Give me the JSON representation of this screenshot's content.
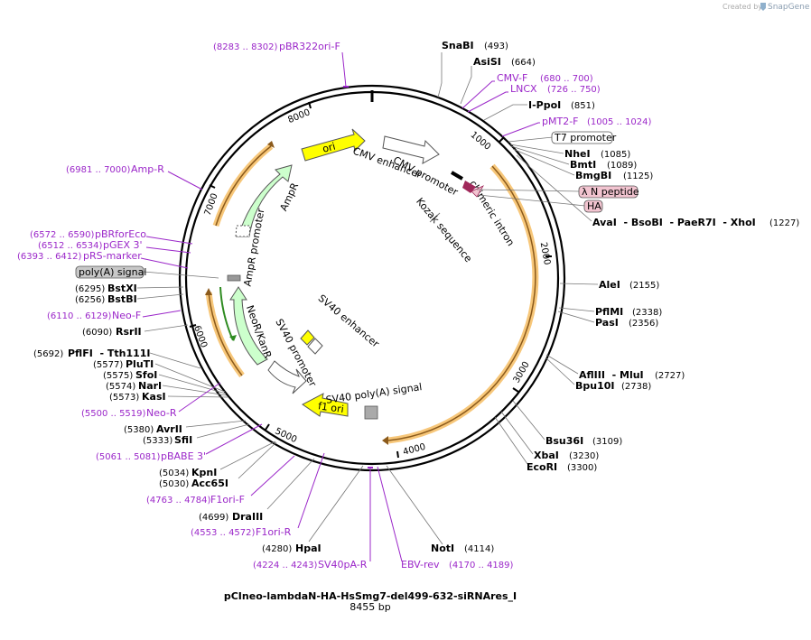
{
  "credit": {
    "text": "Created by",
    "brand": "SnapGene"
  },
  "title": "pCIneo-lambdaN-HA-HsSmg7-del499-632-siRNAres_I",
  "length": "8455 bp",
  "ticks": [
    "1000",
    "2000",
    "3000",
    "4000",
    "5000",
    "6000",
    "7000",
    "8000"
  ],
  "features": {
    "ori": "ori",
    "cmv_enhancer": "CMV enhancer",
    "cmv_promoter": "CMV promoter",
    "chimeric_intron": "chimeric intron",
    "kozak": "Kozak sequence",
    "ampr": "AmpR",
    "ampr_promoter": "AmpR promoter",
    "sv40_enhancer": "SV40 enhancer",
    "sv40_promoter": "SV40 promoter",
    "neokan": "NeoR/KanR",
    "sv40_polya": "SV40 poly(A) signal",
    "f1ori": "f1 ori"
  },
  "boxed_labels": {
    "t7": "T7 promoter",
    "lambda": "λ N peptide",
    "ha": "HA",
    "polya": "poly(A) signal"
  },
  "right_sites": [
    {
      "name": "SnaBI",
      "pos": "(493)"
    },
    {
      "name": "AsiSI",
      "pos": "(664)"
    },
    {
      "name": "I-PpoI",
      "pos": "(851)"
    },
    {
      "name": "NheI",
      "pos": "(1085)"
    },
    {
      "name": "BmtI",
      "pos": "(1089)"
    },
    {
      "name": "BmgBI",
      "pos": "(1125)"
    },
    {
      "name": "AvaI  - BsoBI  - PaeR7I  - XhoI",
      "pos": "(1227)"
    },
    {
      "name": "AleI",
      "pos": "(2155)"
    },
    {
      "name": "PflMI",
      "pos": "(2338)"
    },
    {
      "name": "PasI",
      "pos": "(2356)"
    },
    {
      "name": "AflIII  - MluI",
      "pos": "(2727)"
    },
    {
      "name": "Bpu10I",
      "pos": "(2738)"
    },
    {
      "name": "Bsu36I",
      "pos": "(3109)"
    },
    {
      "name": "XbaI",
      "pos": "(3230)"
    },
    {
      "name": "EcoRI",
      "pos": "(3300)"
    },
    {
      "name": "NotI",
      "pos": "(4114)"
    }
  ],
  "left_sites": [
    {
      "name": "HpaI",
      "pos": "(4280)"
    },
    {
      "name": "DraIII",
      "pos": "(4699)"
    },
    {
      "name": "Acc65I",
      "pos": "(5030)"
    },
    {
      "name": "KpnI",
      "pos": "(5034)"
    },
    {
      "name": "SfiI",
      "pos": "(5333)"
    },
    {
      "name": "AvrII",
      "pos": "(5380)"
    },
    {
      "name": "KasI",
      "pos": "(5573)"
    },
    {
      "name": "NarI",
      "pos": "(5574)"
    },
    {
      "name": "SfoI",
      "pos": "(5575)"
    },
    {
      "name": "PluTI",
      "pos": "(5577)"
    },
    {
      "name": "PflFI  - Tth111I",
      "pos": "(5692)"
    },
    {
      "name": "RsrII",
      "pos": "(6090)"
    },
    {
      "name": "BstBI",
      "pos": "(6256)"
    },
    {
      "name": "BstXI",
      "pos": "(6295)"
    }
  ],
  "primers": [
    {
      "name": "pBR322ori-F",
      "pos": "(8283 .. 8302)"
    },
    {
      "name": "CMV-F",
      "pos": "(680 .. 700)"
    },
    {
      "name": "LNCX",
      "pos": "(726 .. 750)"
    },
    {
      "name": "pMT2-F",
      "pos": "(1005 .. 1024)"
    },
    {
      "name": "Amp-R",
      "pos": "(6981 .. 7000)"
    },
    {
      "name": "pBRforEco",
      "pos": "(6572 .. 6590)"
    },
    {
      "name": "pGEX 3'",
      "pos": "(6512 .. 6534)"
    },
    {
      "name": "pRS-marker",
      "pos": "(6393 .. 6412)"
    },
    {
      "name": "Neo-F",
      "pos": "(6110 .. 6129)"
    },
    {
      "name": "Neo-R",
      "pos": "(5500 .. 5519)"
    },
    {
      "name": "pBABE 3'",
      "pos": "(5061 .. 5081)"
    },
    {
      "name": "F1ori-F",
      "pos": "(4763 .. 4784)"
    },
    {
      "name": "F1ori-R",
      "pos": "(4553 .. 4572)"
    },
    {
      "name": "SV40pA-R",
      "pos": "(4224 .. 4243)"
    },
    {
      "name": "EBV-rev",
      "pos": "(4170 .. 4189)"
    }
  ],
  "colors": {
    "ori": "#ffff00",
    "ampr": "#ccffcc",
    "neo": "#ccffcc",
    "orf_highlight": "#f7c77a",
    "orf_line": "#8b5a1b",
    "primer": "#9b27c9",
    "lambda_fill": "#f2c4d0",
    "polya_fill": "#c8c8c8"
  }
}
